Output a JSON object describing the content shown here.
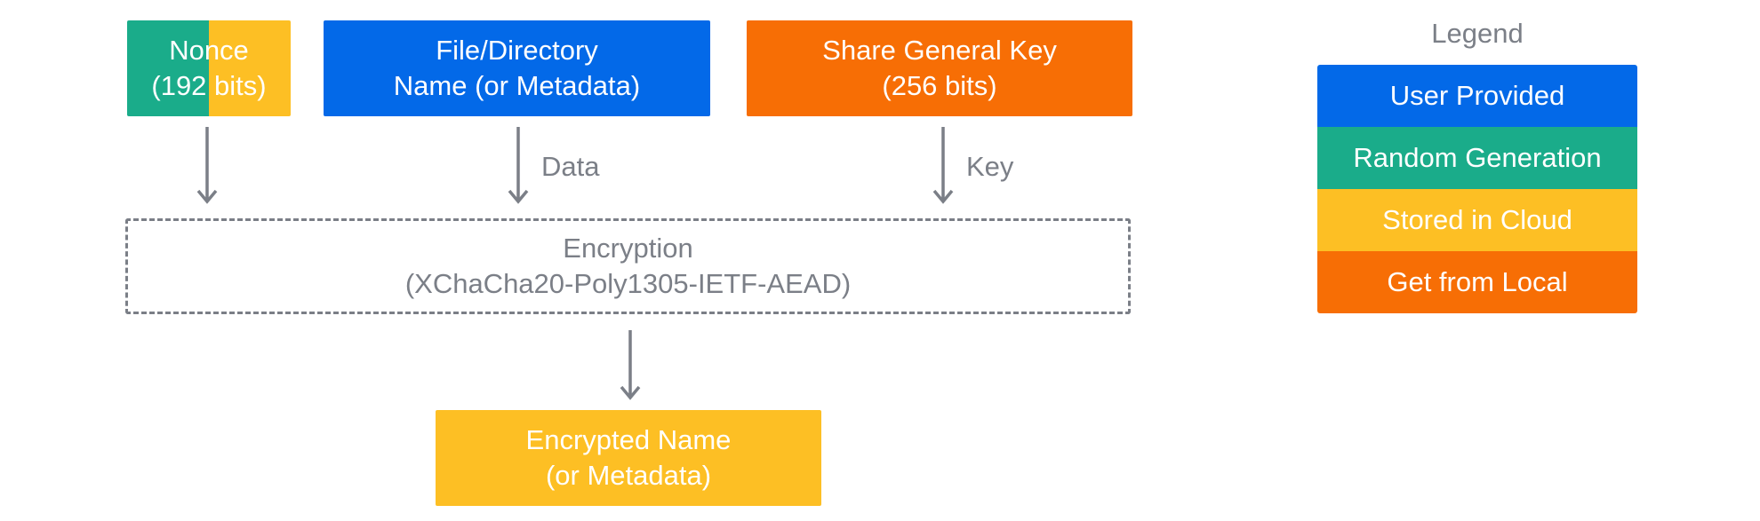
{
  "colors": {
    "user_provided": "#0369e8",
    "random_generation": "#1aac8a",
    "stored_in_cloud": "#fdbf24",
    "get_from_local": "#f76e05",
    "gray": "#7b7f87"
  },
  "inputs": {
    "nonce": {
      "line1": "Nonce",
      "line2": "(192 bits)"
    },
    "filename": {
      "line1": "File/Directory",
      "line2": "Name (or Metadata)"
    },
    "sharekey": {
      "line1": "Share General Key",
      "line2": "(256 bits)"
    }
  },
  "arrows": {
    "data_label": "Data",
    "key_label": "Key"
  },
  "encryption": {
    "line1": "Encryption",
    "line2": "(XChaCha20-Poly1305-IETF-AEAD)"
  },
  "output": {
    "line1": "Encrypted Name",
    "line2": "(or Metadata)"
  },
  "legend": {
    "title": "Legend",
    "items": [
      {
        "label": "User Provided"
      },
      {
        "label": "Random Generation"
      },
      {
        "label": "Stored in Cloud"
      },
      {
        "label": "Get from Local"
      }
    ]
  }
}
